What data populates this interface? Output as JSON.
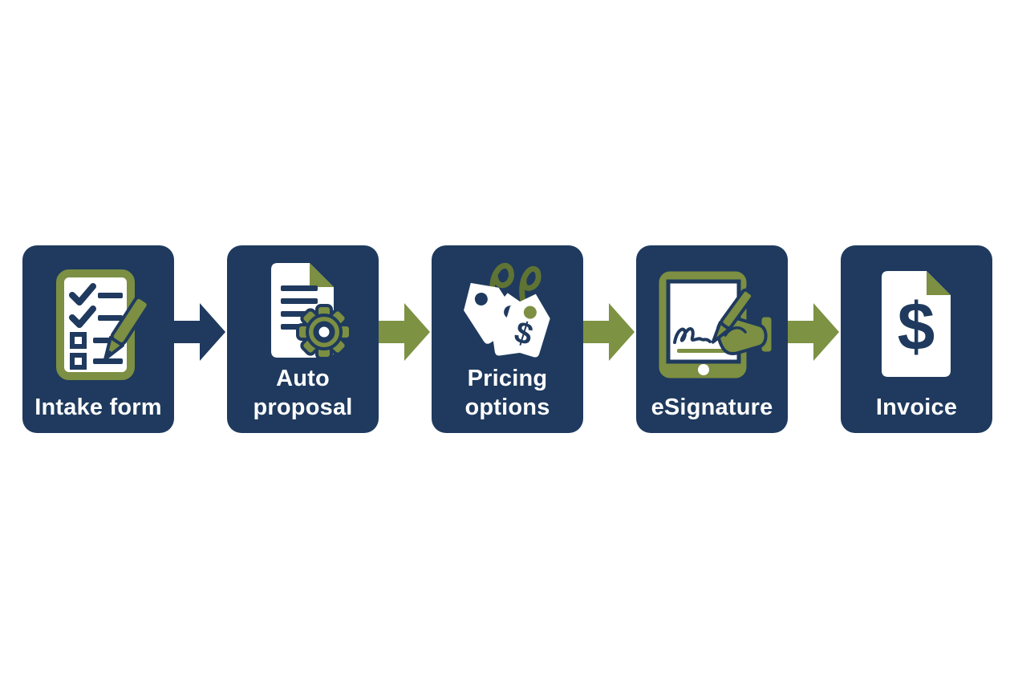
{
  "page": {
    "background": "#ffffff"
  },
  "colors": {
    "navy": "#1f3a5e",
    "olive_green": "#7c8f42",
    "arrow_green": "#7d9243",
    "string_green": "#5f7334",
    "white": "#ffffff"
  },
  "flow": {
    "steps": [
      {
        "label": "Intake form",
        "icon": "checklist-pen-icon"
      },
      {
        "label": "Auto proposal",
        "icon": "document-gear-icon"
      },
      {
        "label": "Pricing options",
        "icon": "price-tags-icon",
        "dollar_glyph": "$"
      },
      {
        "label": "eSignature",
        "icon": "tablet-signature-icon"
      },
      {
        "label": "Invoice",
        "icon": "invoice-dollar-icon",
        "dollar_glyph": "$"
      }
    ],
    "arrows": [
      {
        "color": "#1f3a5e"
      },
      {
        "color": "#7d9243"
      },
      {
        "color": "#7d9243"
      },
      {
        "color": "#7d9243"
      }
    ]
  }
}
